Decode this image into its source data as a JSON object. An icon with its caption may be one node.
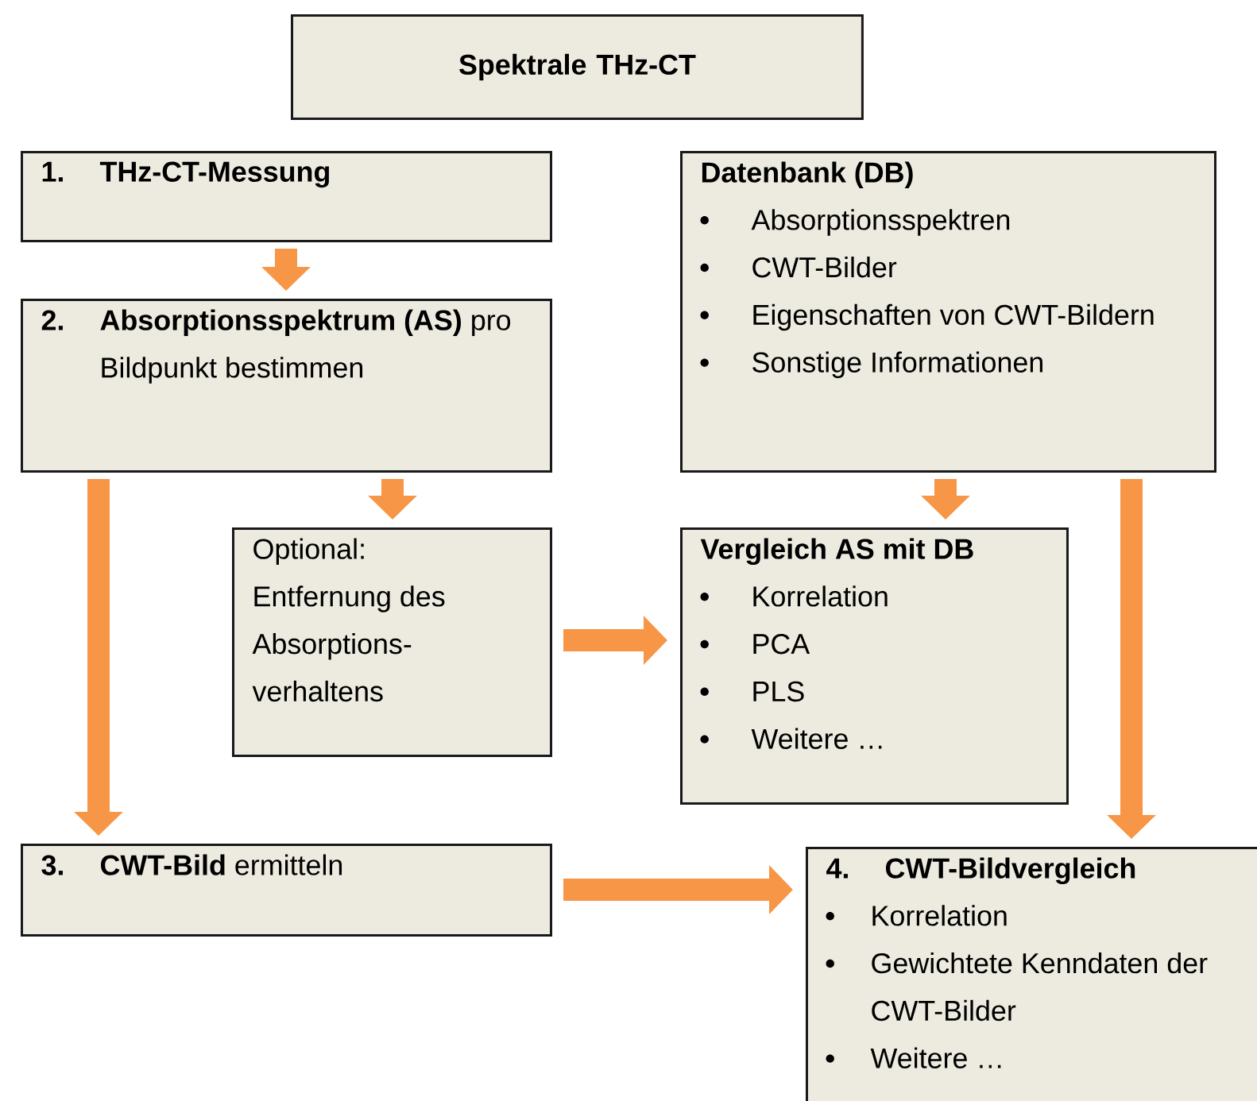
{
  "diagram": {
    "nodes": [
      {
        "text": [
          "Spektrale THz-CT"
        ]
      },
      {
        "text": [
          "1.",
          "THz-CT-Messung"
        ]
      },
      {
        "text": [
          "2.",
          "**Absorptionsspektrum (AS)** pro Bildpunkt bestimmen"
        ]
      },
      {
        "text": [
          "Optional:",
          "Entfernung des Absorptions- verhaltens"
        ]
      },
      {
        "text": [
          "Datenbank (DB)",
          "Absorptionsspektren",
          "CWT-Bilder",
          "Eigenschaften von CWT-Bildern",
          "Sonstige Informationen"
        ]
      },
      {
        "text": [
          "Vergleich AS mit DB",
          "Korrelation",
          "PCA",
          "PLS",
          "Weitere …"
        ]
      },
      {
        "text": [
          "3.",
          "**CWT-Bild** ermitteln"
        ]
      },
      {
        "text": [
          "4.",
          "CWT-Bildvergleich",
          "Korrelation",
          "Gewichtete Kenndaten der CWT-Bilder",
          "Weitere …"
        ]
      }
    ],
    "edges": [
      {
        "from": 1,
        "to": 2,
        "arrow": "to"
      },
      {
        "from": 2,
        "to": 3,
        "arrow": "to"
      },
      {
        "from": 2,
        "to": 6,
        "arrow": "to"
      },
      {
        "from": 4,
        "to": 5,
        "arrow": "to"
      },
      {
        "from": 3,
        "to": 5,
        "arrow": "to"
      },
      {
        "from": 4,
        "to": 7,
        "arrow": "to"
      },
      {
        "from": 6,
        "to": 7,
        "arrow": "to"
      }
    ]
  }
}
